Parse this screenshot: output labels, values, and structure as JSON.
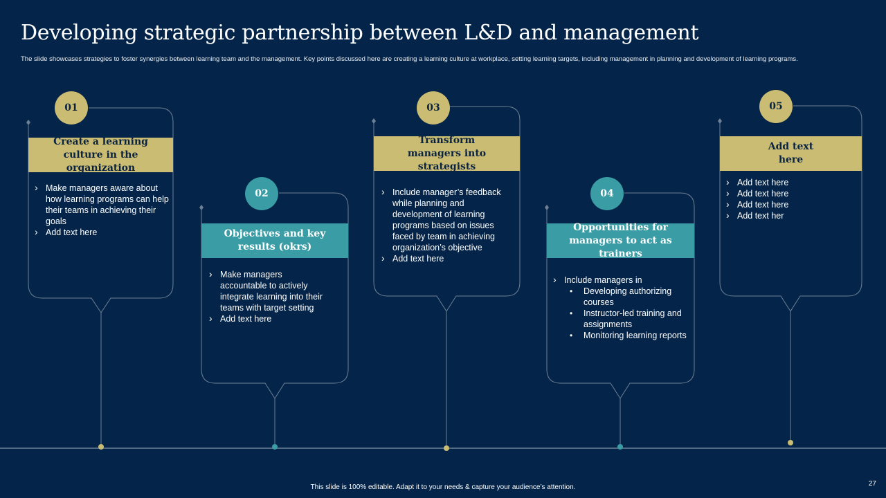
{
  "title": "Developing strategic partnership between L&D and management",
  "subtitle": "The slide showcases strategies to foster synergies between learning team and the management.  Key points discussed here are creating a learning culture at workplace, setting learning targets, including management  in planning and development of learning programs.",
  "colors": {
    "background": "#042549",
    "gold": "#cbbc73",
    "teal": "#3a9ca4",
    "outline": "#6e8096"
  },
  "cards": [
    {
      "number": "01",
      "heading": "Create a learning culture in the organization",
      "items": [
        "Make managers aware about how learning programs can help their teams in achieving their goals",
        "Add text here"
      ]
    },
    {
      "number": "02",
      "heading": "Objectives and key results (okrs)",
      "items": [
        "Make managers accountable to actively integrate learning into their teams with target setting",
        "Add text here"
      ]
    },
    {
      "number": "03",
      "heading": "Transform managers into strategists",
      "items": [
        "Include manager’s feedback while planning and development of learning programs based on issues faced by team in achieving organization’s objective",
        "Add text here"
      ]
    },
    {
      "number": "04",
      "heading": "Opportunities for managers to act as trainers",
      "items": [
        "Include managers in"
      ],
      "subitems": [
        "Developing authorizing courses",
        "Instructor-led training and assignments",
        "Monitoring learning reports"
      ]
    },
    {
      "number": "05",
      "heading": "Add text here",
      "items": [
        "Add text here",
        "Add text here",
        "Add text here",
        "Add text her"
      ]
    }
  ],
  "footer": "This slide is 100% editable.  Adapt it to your needs & capture your audience’s attention.",
  "page_number": "27"
}
